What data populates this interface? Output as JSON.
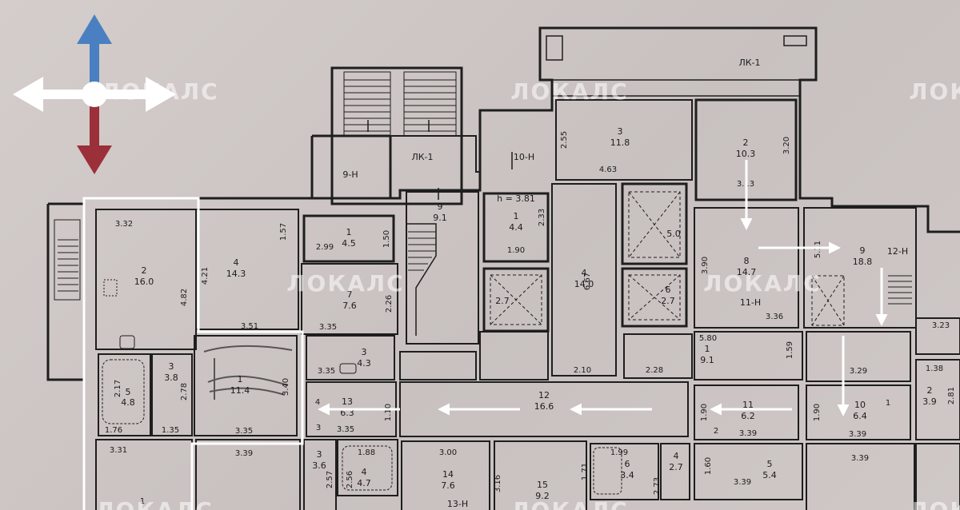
{
  "watermark": "ЛОКАЛС",
  "colors": {
    "paper": "#cdc6c4",
    "walls": "#1e1e1e",
    "room_fill": "#c5bebc",
    "highlight_outline": "#ffffff",
    "arrows": "#ffffff",
    "compass_up": "#4a7fc1",
    "compass_down": "#9b2f3a"
  },
  "compass": {
    "icon": "move-arrows-icon"
  },
  "labels": {
    "lk1_top": "ЛК-1",
    "lk1_stair": "ЛК-1",
    "unit_9n": "9-Н",
    "unit_10n": "10-Н",
    "unit_11n": "11-Н",
    "unit_12n": "12-Н",
    "unit_13n": "13-Н",
    "height": "h = 3.81"
  },
  "rooms": [
    {
      "id": "r2-16",
      "num": "2",
      "area": "16.0"
    },
    {
      "id": "r4-143",
      "num": "4",
      "area": "14.3"
    },
    {
      "id": "r1-45",
      "num": "1",
      "area": "4.5"
    },
    {
      "id": "r9-91",
      "num": "9",
      "area": "9.1"
    },
    {
      "id": "r1-44",
      "num": "1",
      "area": "4.4"
    },
    {
      "id": "r3-118",
      "num": "3",
      "area": "11.8"
    },
    {
      "id": "r2-103",
      "num": "2",
      "area": "10.3"
    },
    {
      "id": "r7-76",
      "num": "7",
      "area": "7.6"
    },
    {
      "id": "r4-140",
      "num": "4",
      "area": "14.0"
    },
    {
      "id": "r50",
      "num": "",
      "area": "5.0"
    },
    {
      "id": "r27a",
      "num": "",
      "area": "2.7"
    },
    {
      "id": "r6-27",
      "num": "6",
      "area": "2.7"
    },
    {
      "id": "r8",
      "num": "8",
      "area": "14.7"
    },
    {
      "id": "r9-188",
      "num": "9",
      "area": "18.8"
    },
    {
      "id": "r3-38",
      "num": "3",
      "area": "3.8"
    },
    {
      "id": "r5-48",
      "num": "5",
      "area": "4.8"
    },
    {
      "id": "r1-114",
      "num": "1",
      "area": "11.4"
    },
    {
      "id": "r3-43",
      "num": "3",
      "area": "4.3"
    },
    {
      "id": "r13-63",
      "num": "13",
      "area": "6.3"
    },
    {
      "id": "r12-166",
      "num": "12",
      "area": "16.6"
    },
    {
      "id": "r1-91",
      "num": "1",
      "area": "9.1"
    },
    {
      "id": "r11-62",
      "num": "11",
      "area": "6.2"
    },
    {
      "id": "r10-64",
      "num": "10",
      "area": "6.4"
    },
    {
      "id": "r2-39",
      "num": "2",
      "area": "3.9"
    },
    {
      "id": "r3-36",
      "num": "3",
      "area": "3.6"
    },
    {
      "id": "r4-47",
      "num": "4",
      "area": "4.7"
    },
    {
      "id": "r14-76",
      "num": "14",
      "area": "7.6"
    },
    {
      "id": "r15-92",
      "num": "15",
      "area": "9.2"
    },
    {
      "id": "r6-34",
      "num": "6",
      "area": "3.4"
    },
    {
      "id": "r4-27",
      "num": "4",
      "area": "2.7"
    },
    {
      "id": "r5-54",
      "num": "5",
      "area": "5.4"
    }
  ],
  "dims": {
    "d332": "3.32",
    "d482": "4.82",
    "d421": "4.21",
    "d157": "1.57",
    "d299": "2.99",
    "d150": "1.50",
    "d226": "2.26",
    "d351": "3.51",
    "d335a": "3.35",
    "d335b": "3.35",
    "d335c": "3.35",
    "d335d": "3.35",
    "d217": "2.17",
    "d278": "2.78",
    "d340": "3.40",
    "d176": "1.76",
    "d135": "1.35",
    "d331": "3.31",
    "d339a": "3.39",
    "d255": "2.55",
    "d463": "4.63",
    "d320": "3.20",
    "d313": "3.13",
    "d233": "2.33",
    "d190a": "1.90",
    "d667": "6.67",
    "d210": "2.10",
    "d228": "2.28",
    "d390": "3.90",
    "d336": "3.36",
    "d580": "5.80",
    "d159": "1.59",
    "d511": "5.11",
    "d329": "3.29",
    "d323": "3.23",
    "d138": "1.38",
    "d281": "2.81",
    "d190b": "1.90",
    "d339b": "3.39",
    "d339c": "3.39",
    "d190c": "1.90",
    "d110": "1.10",
    "d188": "1.88",
    "d257": "2.57",
    "d256": "2.56",
    "d300": "3.00",
    "d316": "3.16",
    "d199": "1.99",
    "d171": "1.71",
    "d273": "2.73",
    "d160": "1.60",
    "d339d": "3.39",
    "d339e": "3.39"
  },
  "room_markers": {
    "m1a": "1",
    "m1b": "1",
    "m2": "2",
    "m3": "3",
    "m4": "4"
  }
}
